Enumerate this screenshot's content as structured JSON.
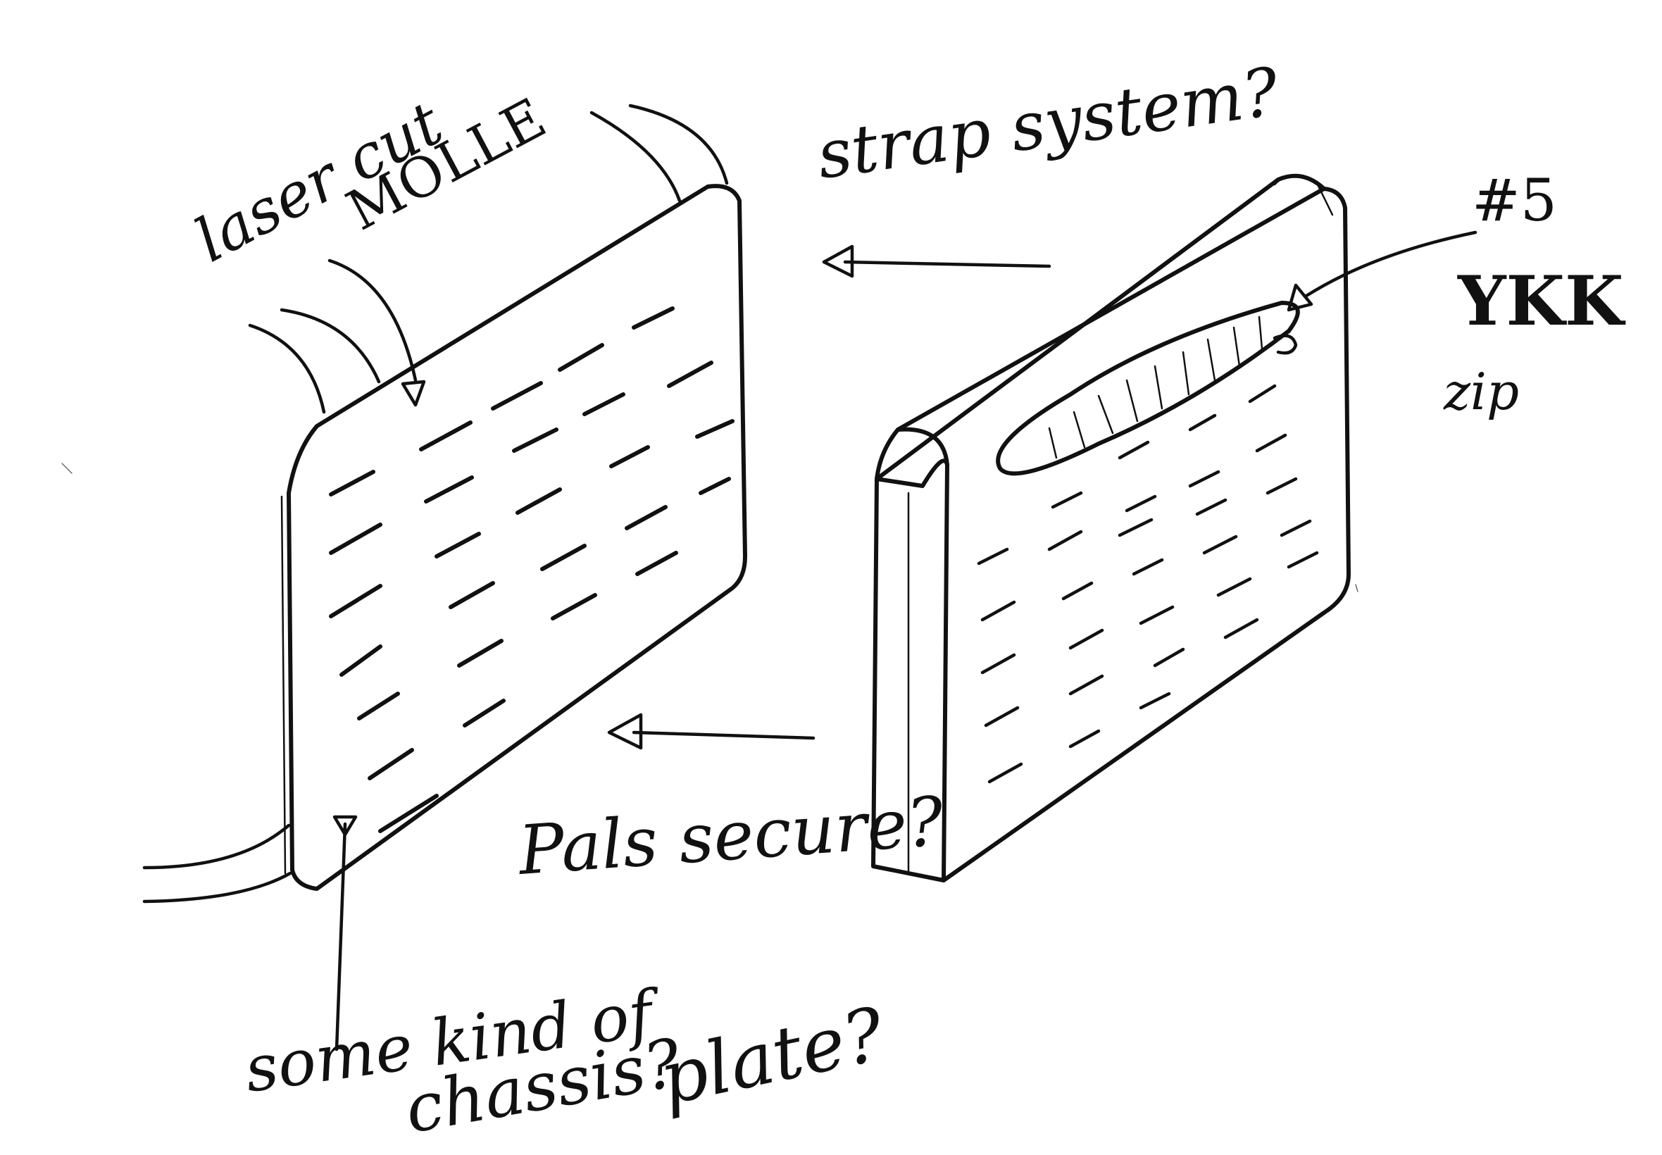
{
  "annotations": {
    "laser_cut": "laser cut",
    "molle": "MOLLE",
    "strap_system": "strap system?",
    "number_five": "#5",
    "ykk": "YKK",
    "zip": "zip",
    "pals_secure": "Pals secure?",
    "some_kind_of": "some kind of",
    "chassis": "chassis?",
    "plate": "plate?"
  }
}
